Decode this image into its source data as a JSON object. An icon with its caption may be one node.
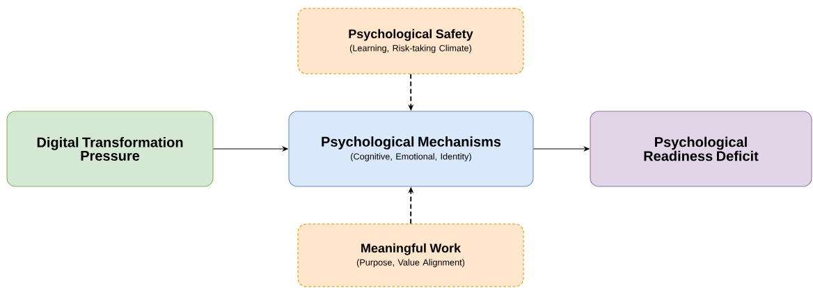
{
  "diagram": {
    "nodes": [
      {
        "text": [
          "Digital Transformation Pressure"
        ]
      },
      {
        "text": [
          "Psychological Safety",
          "(Learning, Risk-taking Climate)"
        ]
      },
      {
        "text": [
          "Psychological Mechanisms",
          "(Cognitive, Emotional, Identity)"
        ]
      },
      {
        "text": [
          "Psychological Readiness Deficit"
        ]
      },
      {
        "text": [
          "Meaningful Work",
          "(Purpose, Value Alignment)"
        ]
      }
    ],
    "edges": [
      {
        "from": 0,
        "to": 2,
        "arrow": "to"
      },
      {
        "from": 2,
        "to": 3,
        "arrow": "to"
      },
      {
        "from": 1,
        "to": 2,
        "arrow": "to",
        "style": "dashed"
      },
      {
        "from": 4,
        "to": 2,
        "arrow": "to",
        "style": "dashed"
      }
    ]
  }
}
